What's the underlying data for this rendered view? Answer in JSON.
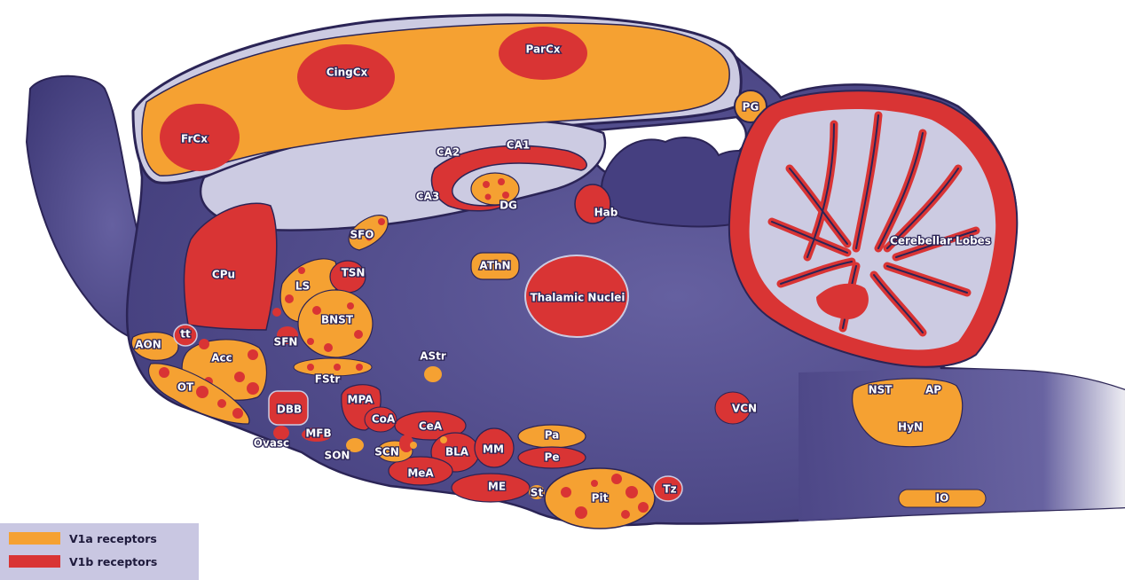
{
  "colors": {
    "tissue": "#4d4787",
    "tissue_dark": "#2b2456",
    "pale": "#cccbe2",
    "v1a": "#f5a132",
    "v1b": "#d93434"
  },
  "labels": {
    "frcx": "FrCx",
    "cingcx": "CingCx",
    "parcx": "ParCx",
    "pg": "PG",
    "ca2": "CA2",
    "ca1": "CA1",
    "ca3": "CA3",
    "dg": "DG",
    "hab": "Hab",
    "sfo": "SFO",
    "cpu": "CPu",
    "tsn": "TSN",
    "ls": "LS",
    "athn": "AThN",
    "thalamic": "Thalamic Nuclei",
    "cerebellar": "Cerebellar Lobes",
    "bnst": "BNST",
    "aon": "AON",
    "tt": "tt",
    "sfn": "SFN",
    "acc": "Acc",
    "astr": "AStr",
    "fstr": "FStr",
    "ot": "OT",
    "mpa": "MPA",
    "dbb": "DBB",
    "coa": "CoA",
    "cea": "CeA",
    "mfb": "MFB",
    "ovasc": "Ovasc",
    "son": "SON",
    "scn": "SCN",
    "bla": "BLA",
    "mm": "MM",
    "pa": "Pa",
    "pe": "Pe",
    "mea": "MeA",
    "me": "ME",
    "st": "St",
    "pit": "Pit",
    "tz": "Tz",
    "vcn": "VCN",
    "nst": "NST",
    "ap": "AP",
    "hyn": "HyN",
    "io": "IO"
  },
  "legend": {
    "items": [
      {
        "label": "V1a receptors",
        "color": "#f5a132"
      },
      {
        "label": "V1b receptors",
        "color": "#d93434"
      }
    ]
  }
}
